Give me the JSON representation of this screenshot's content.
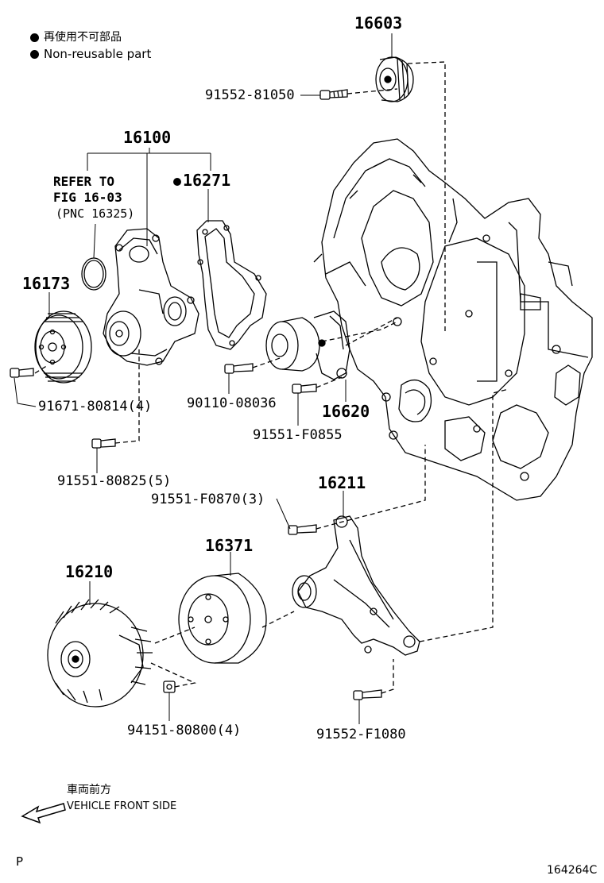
{
  "legend": {
    "line1": "再使用不可部品",
    "line2": "Non-reusable part"
  },
  "refer": {
    "line1": "REFER TO",
    "line2": "FIG 16-03",
    "line3": "(PNC 16325)"
  },
  "parts": {
    "p16603": "16603",
    "p91552_81050": "91552-81050",
    "p16100": "16100",
    "p16271": "16271",
    "p16173": "16173",
    "p91671": "91671-80814(4)",
    "p90110": "90110-08036",
    "p16620": "16620",
    "p91551_F0855": "91551-F0855",
    "p91551_80825": "91551-80825(5)",
    "p91551_F0870": "91551-F0870(3)",
    "p16211": "16211",
    "p16371": "16371",
    "p16210": "16210",
    "p94151": "94151-80800(4)",
    "p91552_F1080": "91552-F1080"
  },
  "direction": {
    "jp": "車両前方",
    "en": "VEHICLE FRONT SIDE"
  },
  "corner_p": "P",
  "figure_code": "164264C"
}
